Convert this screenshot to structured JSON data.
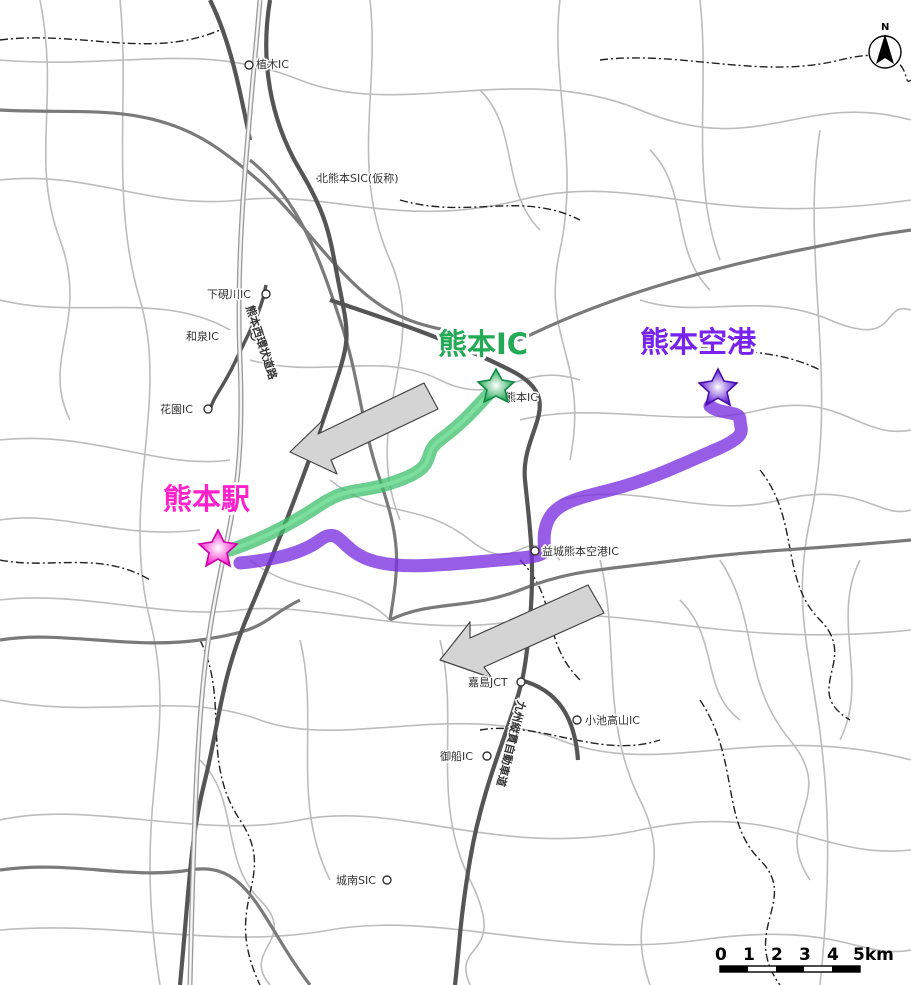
{
  "map": {
    "compass_label": "N",
    "destinations": {
      "station": {
        "label": "熊本駅",
        "color": "#ff22cc"
      },
      "interchange": {
        "label": "熊本IC",
        "color": "#22aa55"
      },
      "airport": {
        "label": "熊本空港",
        "color": "#7722ee"
      }
    },
    "interchanges": [
      {
        "id": "uekiIC",
        "label": "植木IC"
      },
      {
        "id": "kitakumamotoSIC",
        "label": "北熊本SIC(仮称)"
      },
      {
        "id": "shimokawaIC",
        "label": "下硯川IC"
      },
      {
        "id": "izumiIC",
        "label": "和泉IC"
      },
      {
        "id": "hanazonoIC",
        "label": "花園IC"
      },
      {
        "id": "kumamotoIC",
        "label": "熊本IC"
      },
      {
        "id": "mashikiIC",
        "label": "益城熊本空港IC"
      },
      {
        "id": "kashimaJCT",
        "label": "嘉島JCT"
      },
      {
        "id": "koikeIC",
        "label": "小池高山IC"
      },
      {
        "id": "mifuneIC",
        "label": "御船IC"
      },
      {
        "id": "jonanSIC",
        "label": "城南SIC"
      }
    ],
    "highway_labels": {
      "west_ring": "熊本西環状道路",
      "kyushu_expwy": "九州縦貫自動車道"
    },
    "scale_bar": {
      "ticks": [
        "0",
        "1",
        "2",
        "3",
        "4"
      ],
      "end_label": "5km"
    },
    "route_colors": {
      "green_route": "#3bbf6a",
      "purple_route": "#7a2fe0",
      "arrow_fill": "#d4d4d4",
      "expressway": "#5a5a5a",
      "minor_road": "#b8b8b8"
    }
  }
}
